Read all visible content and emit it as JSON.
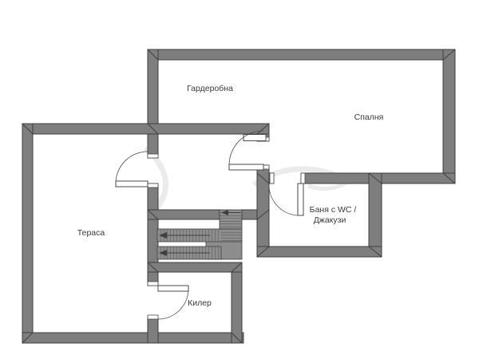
{
  "rooms": {
    "wardrobe": {
      "label": "Гардеробна"
    },
    "bedroom": {
      "label": "Спалня"
    },
    "terrace": {
      "label": "Тераса"
    },
    "bathroom": {
      "label_line1": "Баня с WC /",
      "label_line2": "Джакузи"
    },
    "pantry": {
      "label": "Килер"
    }
  },
  "colors": {
    "background": "#ffffff",
    "wall_fill": "#7e7e7e",
    "wall_edge": "#3f3f3f",
    "door_line": "#4a4a4a",
    "stair_fill": "#8d8d8d",
    "stair_line": "#3f3f3f",
    "label_text": "#3a3a3a",
    "watermark": "#e4e4e4"
  }
}
